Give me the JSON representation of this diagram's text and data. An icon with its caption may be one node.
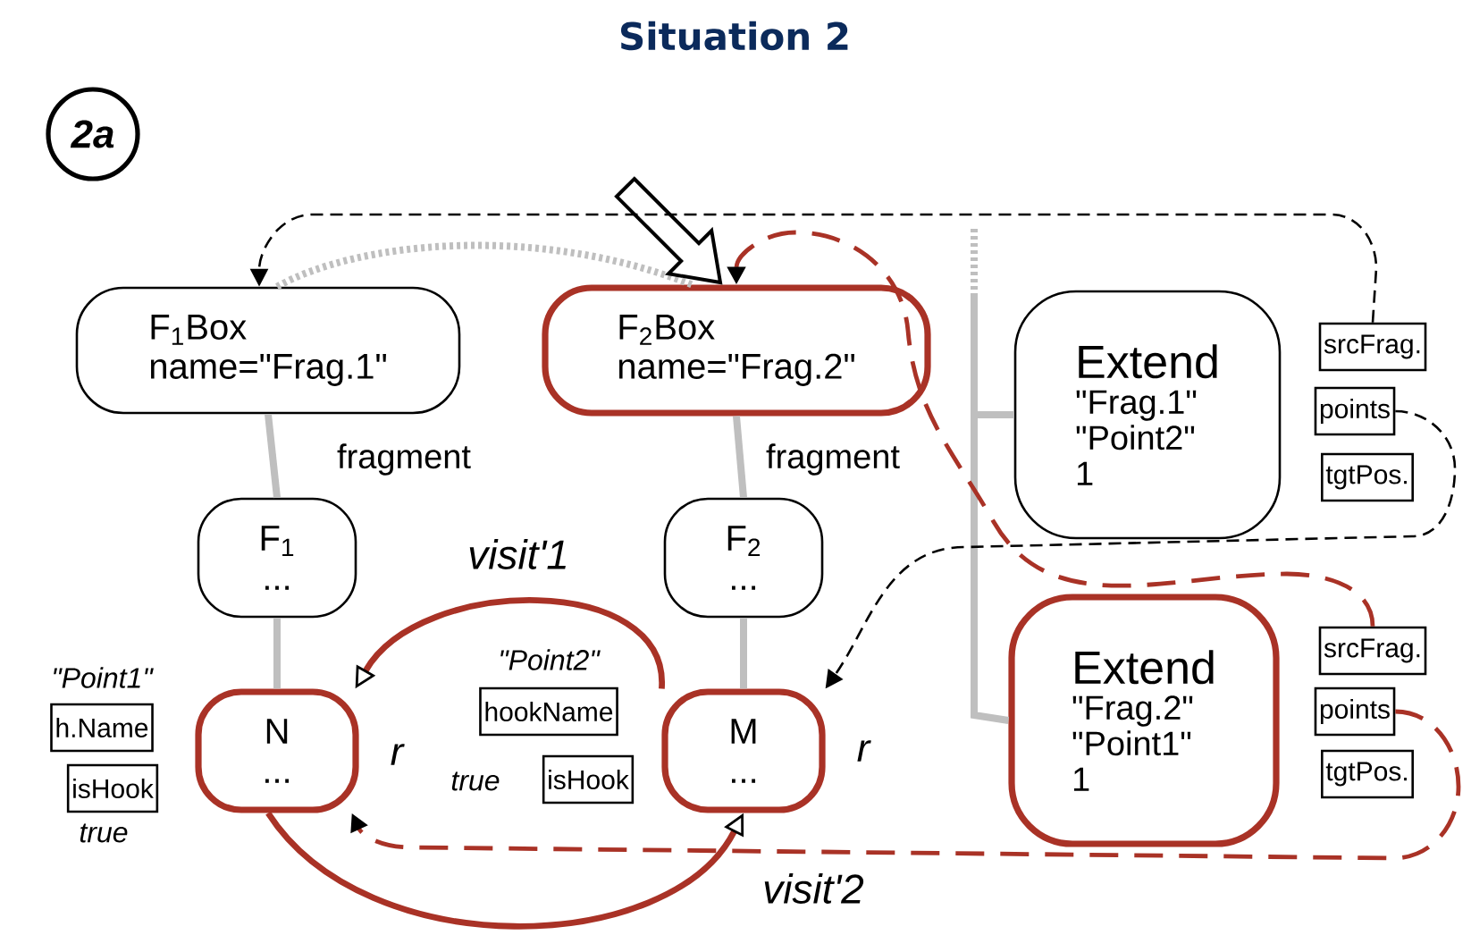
{
  "diagram": {
    "title": "Situation 2",
    "nodes": [
      {
        "text": [
          "2a"
        ]
      },
      {
        "text": [
          "F$_{1}$Box",
          "name=\"Frag.1\""
        ]
      },
      {
        "text": [
          "F$_{2}$Box",
          "name=\"Frag.2\""
        ]
      },
      {
        "text": [
          "F$_{1}$",
          "..."
        ]
      },
      {
        "text": [
          "F$_{2}$",
          "..."
        ]
      },
      {
        "text": [
          "h.Name"
        ],
        "beside": [
          "\"Point1\""
        ]
      },
      {
        "text": [
          "isHook"
        ],
        "beside": [
          "true"
        ]
      },
      {
        "text": [
          "N",
          "..."
        ],
        "beside": [
          "r"
        ]
      },
      {
        "text": [
          "hookName"
        ],
        "beside": [
          "\"Point2\""
        ]
      },
      {
        "text": [
          "isHook"
        ],
        "beside": [
          "true"
        ]
      },
      {
        "text": [
          "M",
          "..."
        ],
        "beside": [
          "r"
        ]
      },
      {
        "text": [
          "Extend",
          "\"Frag.1\"",
          "\"Point2\"",
          "1"
        ]
      },
      {
        "text": [
          "srcFrag."
        ]
      },
      {
        "text": [
          "points"
        ]
      },
      {
        "text": [
          "tgtPos."
        ]
      },
      {
        "text": [
          "Extend",
          "\"Frag.2\"",
          "\"Point1\"",
          "1"
        ]
      },
      {
        "text": [
          "srcFrag."
        ]
      },
      {
        "text": [
          "points"
        ]
      },
      {
        "text": [
          "tgtPos."
        ]
      }
    ],
    "edges": [
      {
        "from": 1,
        "to": 3,
        "arrow": "none",
        "label": "fragment",
        "color": "#bfbfbf"
      },
      {
        "from": 2,
        "to": 4,
        "arrow": "none",
        "label": "fragment",
        "color": "#bfbfbf"
      },
      {
        "from": 3,
        "to": 7,
        "arrow": "none",
        "color": "#bfbfbf"
      },
      {
        "from": 4,
        "to": 10,
        "arrow": "none",
        "color": "#bfbfbf"
      },
      {
        "from": 1,
        "to": 2,
        "arrow": "none",
        "style": "dashed",
        "color": "#bfbfbf"
      },
      {
        "from": null,
        "to": 11,
        "arrow": "none",
        "color": "#bfbfbf"
      },
      {
        "from": null,
        "to": 15,
        "arrow": "none",
        "color": "#bfbfbf"
      },
      {
        "from": null,
        "to": 2,
        "arrow": "to",
        "style": "thick"
      },
      {
        "from": 12,
        "to": 1,
        "arrow": "to",
        "style": "dashed",
        "color": "#000000"
      },
      {
        "from": 16,
        "to": 2,
        "arrow": "to",
        "style": "dashed",
        "color": "#a93226"
      },
      {
        "from": 13,
        "to": 10,
        "arrow": "to",
        "style": "dashed",
        "color": "#000000"
      },
      {
        "from": 17,
        "to": 7,
        "arrow": "to",
        "style": "dashed",
        "color": "#a93226"
      },
      {
        "from": 10,
        "to": 7,
        "arrow": "to",
        "label": "visit'1",
        "color": "#a93226"
      },
      {
        "from": 7,
        "to": 10,
        "arrow": "to",
        "label": "visit'2",
        "color": "#a93226"
      }
    ]
  }
}
